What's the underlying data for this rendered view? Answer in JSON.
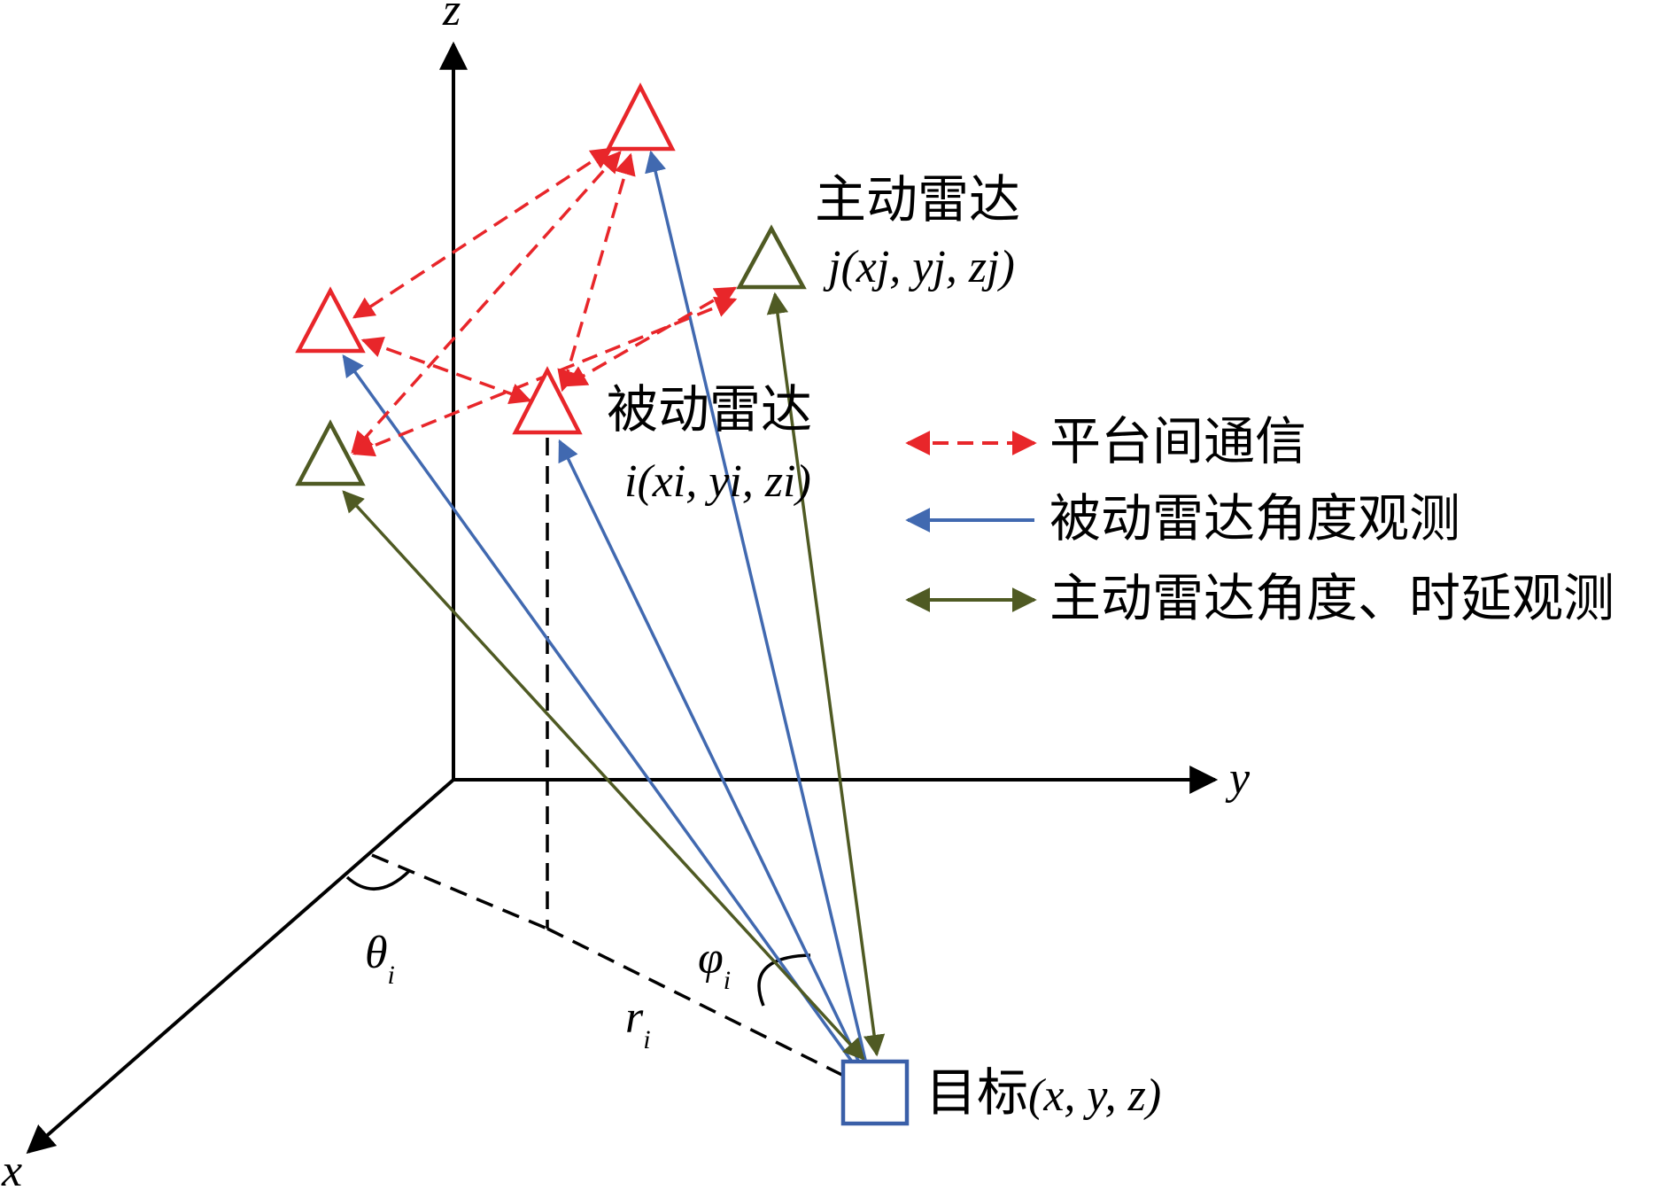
{
  "colors": {
    "axis": "#000000",
    "comm": "#e8262a",
    "passive_obs": "#4169b0",
    "active_obs": "#4f5a23",
    "target": "#3a5fa8"
  },
  "axes": {
    "x": "x",
    "y": "y",
    "z": "z"
  },
  "labels": {
    "active_radar_title": "主动雷达",
    "active_radar_coords": "j(xj, yj, zj)",
    "passive_radar_title": "被动雷达",
    "passive_radar_coords": "i(xi, yi, zi)",
    "target_title": "目标",
    "target_coords": "(x, y, z)",
    "theta": "θ",
    "theta_sub": "i",
    "phi": "φ",
    "phi_sub": "i",
    "r": "r",
    "r_sub": "i"
  },
  "legend": [
    {
      "label": "平台间通信",
      "style": "comm"
    },
    {
      "label": "被动雷达角度观测",
      "style": "passive"
    },
    {
      "label": "主动雷达角度、时延观测",
      "style": "active"
    }
  ]
}
